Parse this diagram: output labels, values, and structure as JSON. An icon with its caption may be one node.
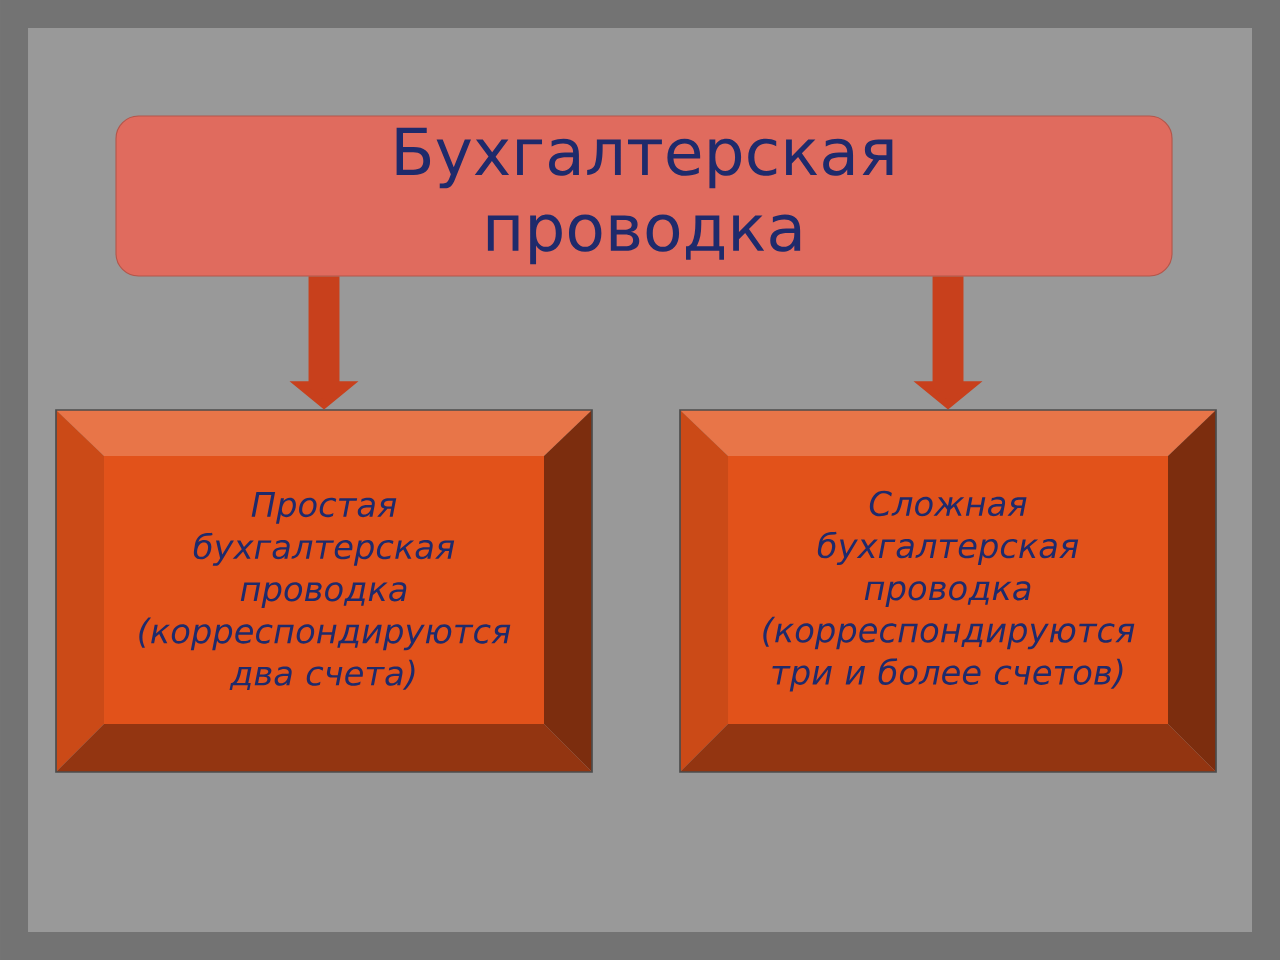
{
  "diagram": {
    "nodes": [
      {
        "text": [
          "Бухгалтерская проводка"
        ]
      },
      {
        "text": [
          "Простая бухгалтерская проводка (корреспондируются два счета)"
        ]
      },
      {
        "text": [
          "Сложная бухгалтерская проводка (корреспондируются три и более счетов)"
        ]
      }
    ],
    "edges": [
      {
        "from": 0,
        "to": 1,
        "arrow": "to"
      },
      {
        "from": 0,
        "to": 2,
        "arrow": "to"
      }
    ]
  }
}
